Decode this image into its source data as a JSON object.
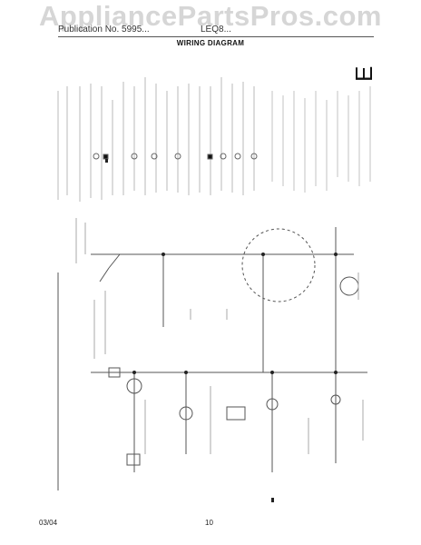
{
  "watermark": "AppliancePartsPros.com",
  "header": {
    "left": "Publication No. 5995...",
    "middle": "LEQ8...",
    "title": "WIRING DIAGRAM"
  },
  "section_letter": "E",
  "footer": {
    "date": "03/04",
    "page": "10"
  }
}
